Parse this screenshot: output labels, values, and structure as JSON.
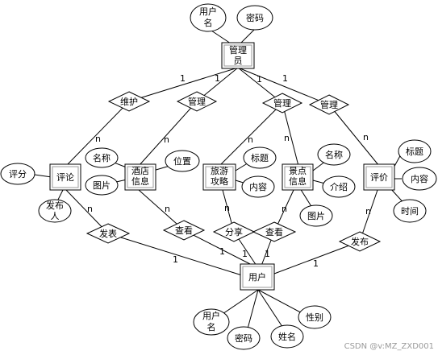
{
  "entities": {
    "admin": "管理员",
    "hotel": "酒店信息",
    "travel": "旅游攻略",
    "scenic": "景点信息",
    "comment": "评论",
    "review": "评价",
    "user": "用户"
  },
  "attributes": {
    "admin_username": "用户名",
    "admin_password": "密码",
    "hotel_name": "名称",
    "hotel_image": "图片",
    "hotel_location": "位置",
    "travel_title": "标题",
    "travel_content": "内容",
    "scenic_name": "名称",
    "scenic_intro": "介绍",
    "scenic_image": "图片",
    "comment_score": "评分",
    "comment_publisher": "发布人",
    "review_title": "标题",
    "review_content": "内容",
    "review_time": "时间",
    "user_username": "用户名",
    "user_password": "密码",
    "user_name": "姓名",
    "user_gender": "性别"
  },
  "relationships": {
    "manage1": "维护",
    "manage2": "管理",
    "manage3": "管理",
    "manage4": "管理",
    "post_comment": "发表",
    "view_hotel": "查看",
    "share": "分享",
    "view_scenic": "查看",
    "publish": "发布"
  },
  "cardinality": {
    "one": "1",
    "many": "n"
  },
  "watermark": "CSDN @v:MZ_ZXD001"
}
